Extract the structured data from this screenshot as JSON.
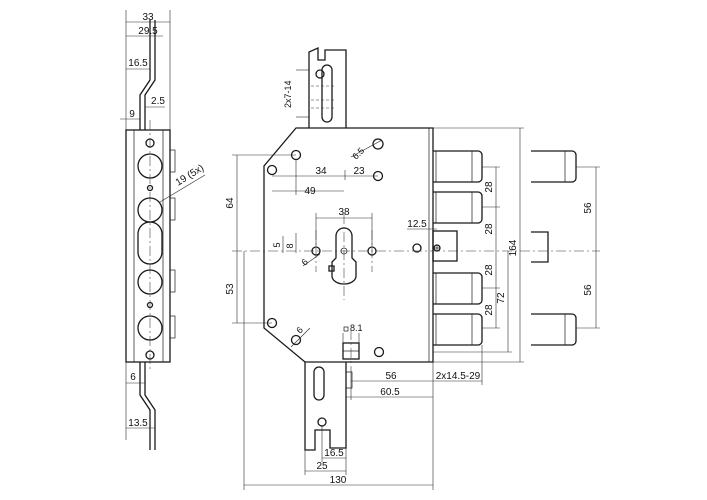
{
  "dimensions": {
    "side_width": "33",
    "side_inner_width": "29.5",
    "side_rod_offset": "16.5",
    "side_tab_height": "2.5",
    "side_tab_offset": "9",
    "bolt_holes": "19 (5x)",
    "side_bottom_offset": "6",
    "side_bottom_width": "13.5",
    "slot_label": "2x7-14",
    "screw_dia_top": "6.5",
    "hole_spacing_a": "34",
    "hole_spacing_b": "23",
    "hole_spacing_c": "49",
    "height_upper": "64",
    "cylinder_offset": "38",
    "backset_small": "12.5",
    "dim_5": "5",
    "dim_8": "8",
    "dim_6_left": "6",
    "height_lower": "53",
    "screw_dia_bottom": "6",
    "square_spindle": "8.1",
    "bolt_pitch_1": "28",
    "bolt_pitch_2": "28",
    "bolt_pitch_3": "28",
    "bolt_pitch_4": "28",
    "bolt_span": "72",
    "total_height": "164",
    "throw_upper": "56",
    "throw_lower": "56",
    "spindle_offset": "56",
    "spindle_offset_2": "60.5",
    "bolt_size": "2x14.5-29",
    "rod_width": "25",
    "rod_offset": "16.5",
    "case_width": "130"
  },
  "colors": {
    "line": "#1a1a1a",
    "background": "#ffffff"
  }
}
